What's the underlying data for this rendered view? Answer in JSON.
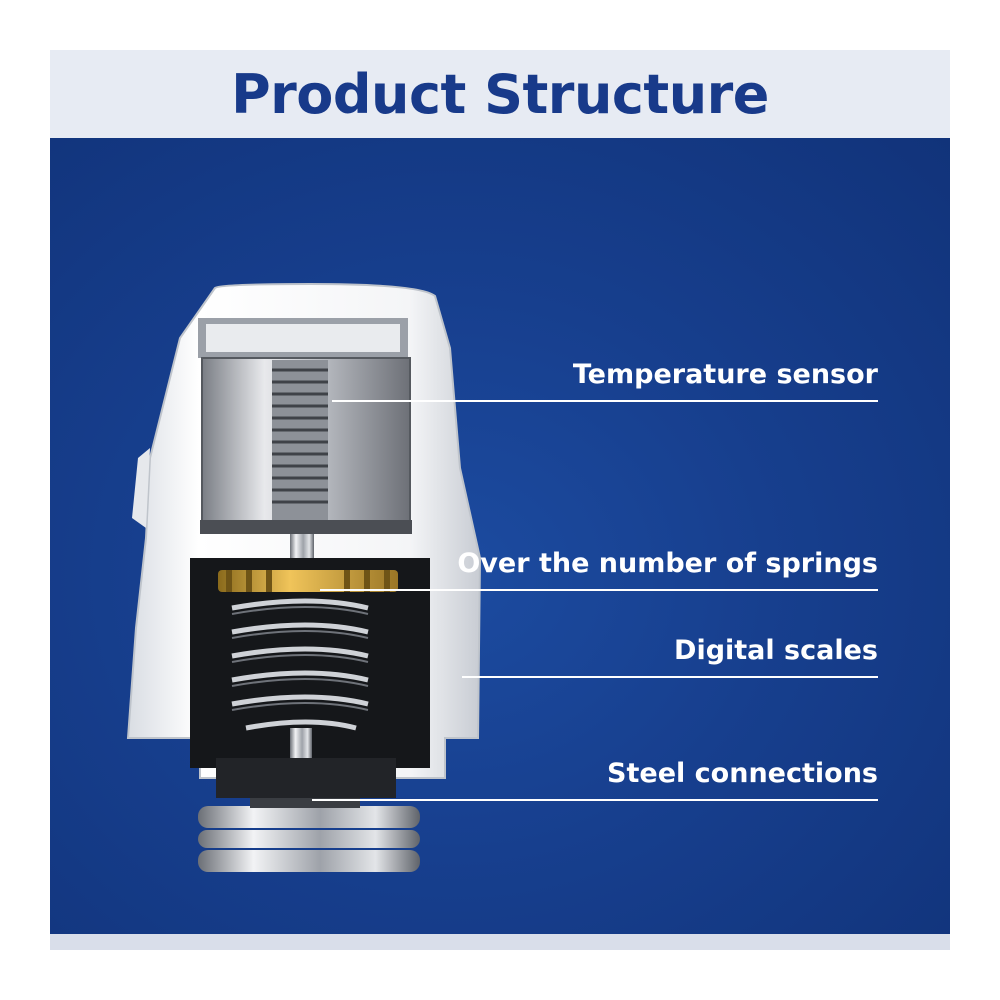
{
  "header": {
    "title": "Product Structure"
  },
  "callouts": [
    {
      "id": "temperature-sensor",
      "label": "Temperature sensor"
    },
    {
      "id": "springs",
      "label": "Over the number of springs"
    },
    {
      "id": "digital-scales",
      "label": "Digital scales"
    },
    {
      "id": "steel-connections",
      "label": "Steel connections"
    }
  ],
  "colors": {
    "panel": "#173f8e",
    "title": "#183a8a",
    "header_bg": "#e7ebf3",
    "label": "#ffffff"
  }
}
